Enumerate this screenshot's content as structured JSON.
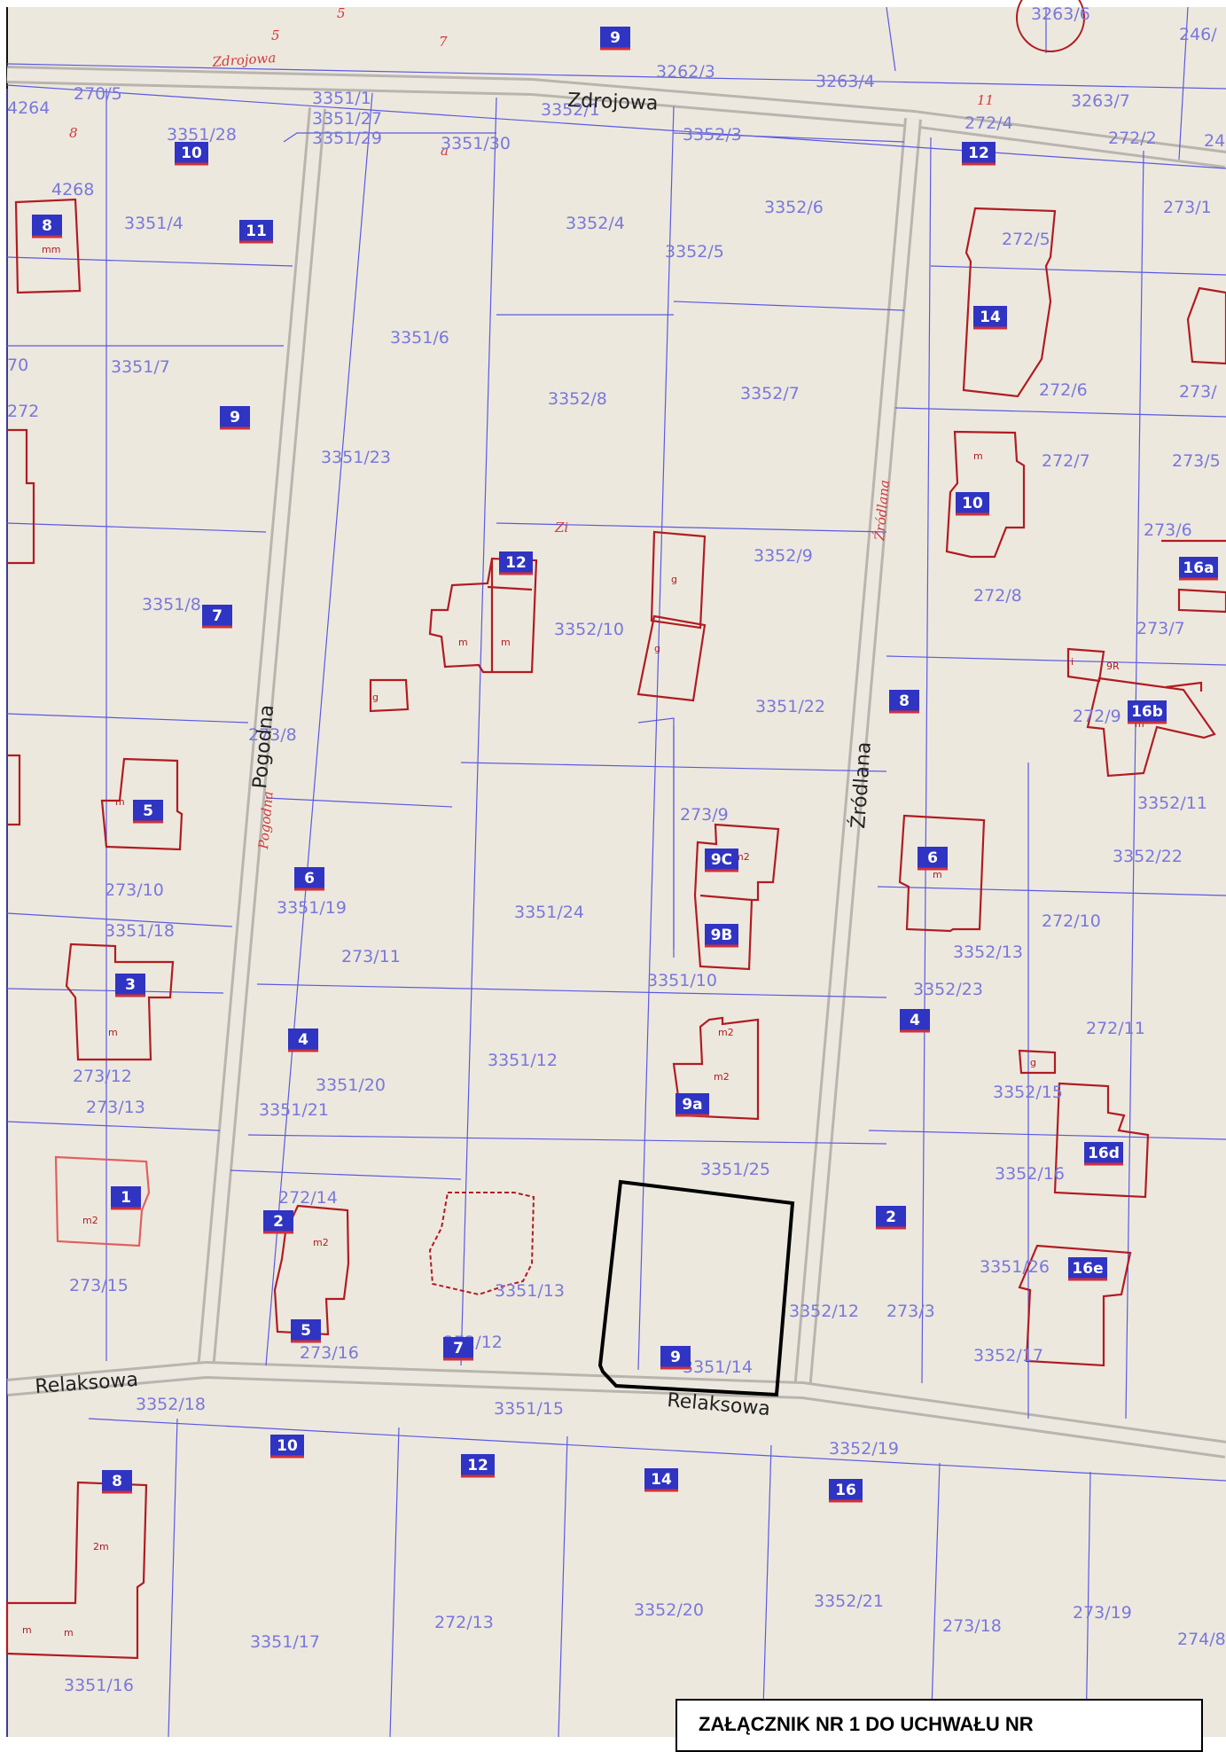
{
  "map": {
    "background_color": "#ede8de",
    "parcel_line_color": "#5a5ae0",
    "building_color": "#b01c22",
    "house_number_color": "#2f34c2",
    "streets": [
      {
        "id": "zdrojowa",
        "label": "Zdrojowa"
      },
      {
        "id": "zdrojowa-small",
        "label": "Zdrojowa"
      },
      {
        "id": "pogodna",
        "label": "Pogodna"
      },
      {
        "id": "pogodna-small",
        "label": "Pogodna"
      },
      {
        "id": "zrodlana",
        "label": "Źródlana"
      },
      {
        "id": "zrodlana-small",
        "label": "Źródlana"
      },
      {
        "id": "relaksowa-w",
        "label": "Relaksowa"
      },
      {
        "id": "relaksowa-e",
        "label": "Relaksowa"
      }
    ],
    "parcels": [
      "3263/6",
      "246/",
      "270/5",
      "3351/1",
      "3351/27",
      "3351/29",
      "3351/28",
      "3351/30",
      "3352/1",
      "3262/3",
      "3263/4",
      "3263/7",
      "272/4",
      "272/2",
      "24",
      "4264",
      "4268",
      "3351/4",
      "3352/4",
      "3352/5",
      "3352/3",
      "3352/6",
      "273/1",
      "3351/6",
      "272/5",
      "3351/7",
      "3352/8",
      "3352/7",
      "272/6",
      "273/",
      "70",
      "272",
      "3351/23",
      "272/7",
      "273/5",
      "273/6",
      "3352/9",
      "272/8",
      "3351/8",
      "3352/10",
      "273/7",
      "272/9",
      "273/8",
      "3351/22",
      "3352/11",
      "273/9",
      "3352/22",
      "273/10",
      "3351/18",
      "3351/19",
      "3351/24",
      "3352/13",
      "272/10",
      "273/11",
      "3351/10",
      "3352/23",
      "272/11",
      "273/12",
      "3351/20",
      "3351/12",
      "3352/15",
      "273/13",
      "3351/21",
      "3351/25",
      "3352/16",
      "272/14",
      "3351/26",
      "273/15",
      "3351/13",
      "3352/12",
      "273/3",
      "272/12",
      "3352/17",
      "273/16",
      "3351/14",
      "3352/18",
      "3351/15",
      "3352/19",
      "272/13",
      "3352/20",
      "3352/21",
      "273/18",
      "273/19",
      "274/8",
      "3351/17",
      "3351/16",
      "5"
    ],
    "house_numbers": [
      "9",
      "10",
      "11",
      "8",
      "9",
      "7",
      "5",
      "3",
      "1",
      "2",
      "5",
      "6",
      "4",
      "7",
      "12",
      "9C",
      "9B",
      "9a",
      "9",
      "14",
      "12",
      "10",
      "16a",
      "16b",
      "8",
      "6",
      "4",
      "2",
      "16d",
      "16e",
      "10",
      "12",
      "14",
      "16",
      "8"
    ],
    "building_marks": [
      "m",
      "m",
      "m",
      "g",
      "g",
      "g",
      "m",
      "m2",
      "m2",
      "m2",
      "m",
      "m",
      "m2",
      "m",
      "g",
      "m",
      "m2",
      "2m",
      "m",
      "m",
      "i",
      "9R",
      "m"
    ],
    "red_street_marks": [
      "Zdrojowa",
      "5",
      "7",
      "8",
      "11",
      "a",
      "Źródlana",
      "Pogodna",
      "Zi"
    ]
  },
  "annex": {
    "title": "ZAŁĄCZNIK NR 1 DO UCHWAŁU NR"
  }
}
